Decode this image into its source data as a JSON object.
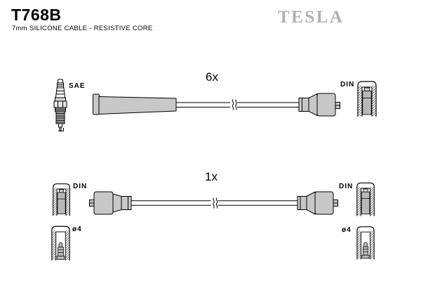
{
  "header": {
    "part_number": "T768B",
    "subtitle": "7mm SILICONE CABLE - RESISTIVE CORE",
    "brand_logo": "TESLA"
  },
  "kit": {
    "top_row": {
      "quantity": "6x",
      "spark_plug_side_label": "SAE",
      "distributor_side_label": "DIN"
    },
    "bottom_row": {
      "quantity": "1x",
      "left_connector_label": "DIN",
      "left_core_diameter_label": "ø4",
      "right_connector_label": "DIN",
      "right_core_diameter_label": "ø4"
    }
  },
  "colors": {
    "brand_gray": "#b0b0b0",
    "boot_gray": "#c8c8c8",
    "terminal_gray": "#b8b8b8",
    "outline": "#000000",
    "background": "#ffffff"
  }
}
